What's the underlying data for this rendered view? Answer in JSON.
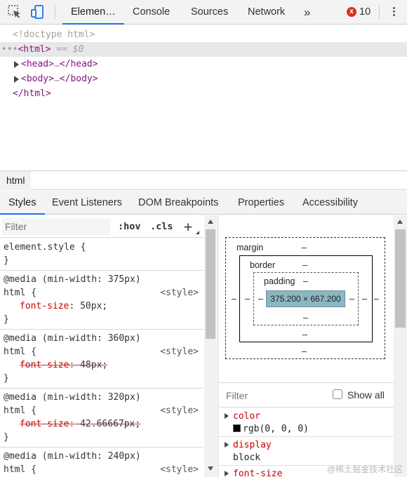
{
  "toolbar": {
    "tabs": [
      "Elemen…",
      "Console",
      "Sources",
      "Network"
    ],
    "more": "»",
    "error_count": "10",
    "error_icon": "x"
  },
  "dom": {
    "doctype": "<!doctype html>",
    "selected_open": "<html>",
    "selected_dots": "•••",
    "selected_suffix": "== $0",
    "head_open": "<head>",
    "head_ellipsis": "…",
    "head_close": "</head>",
    "body_open": "<body>",
    "body_ellipsis": "…",
    "body_close": "</body>",
    "html_close": "</html>"
  },
  "breadcrumb": {
    "item": "html"
  },
  "subtabs": [
    "Styles",
    "Event Listeners",
    "DOM Breakpoints",
    "Properties",
    "Accessibility"
  ],
  "styles": {
    "filter_placeholder": "Filter",
    "hov": ":hov",
    "cls": ".cls",
    "plus": "+",
    "element_style": "element.style {",
    "close_brace": "}",
    "rules": [
      {
        "media": "@media (min-width: 375px)",
        "selector": "html {",
        "source": "<style>",
        "prop": "font-size",
        "value": "50px;",
        "overridden": false
      },
      {
        "media": "@media (min-width: 360px)",
        "selector": "html {",
        "source": "<style>",
        "prop": "font-size",
        "value": "48px;",
        "overridden": true
      },
      {
        "media": "@media (min-width: 320px)",
        "selector": "html {",
        "source": "<style>",
        "prop": "font-size",
        "value": "42.66667px;",
        "overridden": true
      },
      {
        "media": "@media (min-width: 240px)",
        "selector": "html {",
        "source": "<style>"
      }
    ]
  },
  "box_model": {
    "margin_label": "margin",
    "border_label": "border",
    "padding_label": "padding",
    "dash": "–",
    "content": "375.200 × 667.200"
  },
  "computed": {
    "filter_placeholder": "Filter",
    "show_all": "Show all",
    "props": [
      {
        "name": "color",
        "value": "rgb(0, 0, 0)"
      },
      {
        "name": "display",
        "value": "block"
      },
      {
        "name": "font-size",
        "value": ""
      }
    ]
  },
  "watermark": "@稀土掘金技术社区"
}
